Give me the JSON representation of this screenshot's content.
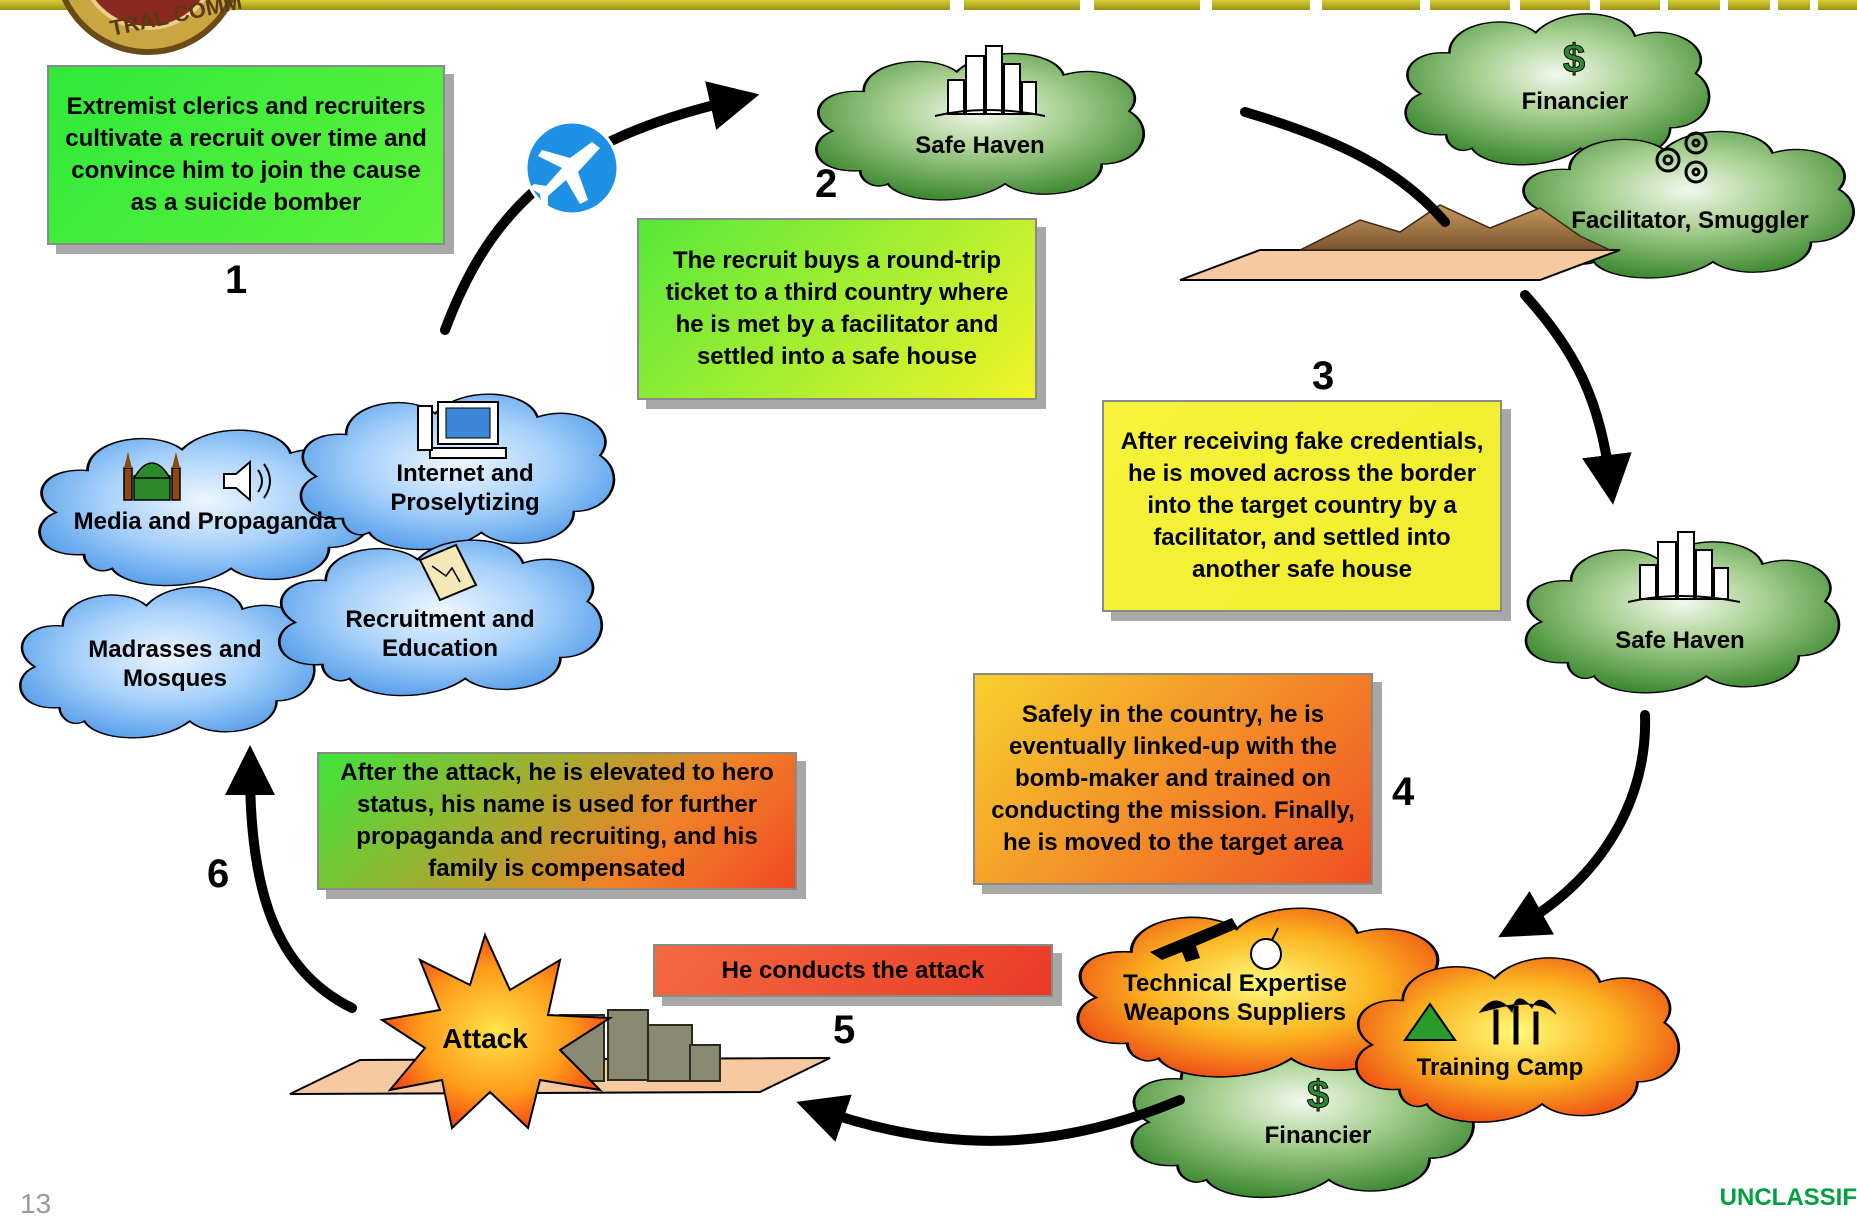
{
  "colors": {
    "banner": "#b9ae23",
    "green_cloud": "#4a9a3c",
    "blue_cloud": "#5fa8ee",
    "orange_cloud": "#f2561a",
    "arrow": "#000000",
    "unclassified": "#00a040"
  },
  "steps": [
    {
      "number": "1",
      "text": "Extremist clerics and recruiters cultivate a recruit over time and convince him to join the cause as a suicide bomber"
    },
    {
      "number": "2",
      "text": "The recruit buys a round-trip ticket to a third country where he is met by a facilitator and settled into a safe house"
    },
    {
      "number": "3",
      "text": "After receiving fake credentials, he is moved across the border into the target country by a facilitator, and settled into another safe house"
    },
    {
      "number": "4",
      "text": "Safely in the country, he is eventually linked-up with the bomb-maker and trained on conducting the mission. Finally, he is moved to the target area"
    },
    {
      "number": "5",
      "text": "He conducts the attack"
    },
    {
      "number": "6",
      "text": "After the attack, he is elevated to hero status, his name is used for further propaganda and recruiting, and his family is compensated"
    }
  ],
  "clouds": {
    "media": "Media and Propaganda",
    "internet": "Internet and Proselytizing",
    "madrasses": "Madrasses and Mosques",
    "recruitment": "Recruitment and Education",
    "safe_haven_top": "Safe Haven",
    "financier_top": "Financier",
    "facilitator": "Facilitator, Smuggler",
    "safe_haven_right": "Safe Haven",
    "technical": "Technical Expertise Weapons Suppliers",
    "training": "Training Camp",
    "financier_bottom": "Financier",
    "attack": "Attack"
  },
  "icons": {
    "plane": "airplane-icon",
    "city": "city-icon",
    "dollar": "$",
    "gears": "gears-icon",
    "mosque": "mosque-icon",
    "speaker": "speaker-icon",
    "computer": "computer-icon",
    "scroll": "scroll-icon",
    "rifle": "rifle-icon",
    "bomb": "bomb-icon",
    "tent": "tent-icon",
    "palm": "palm-trees-icon"
  },
  "footer": {
    "page_number": "13",
    "classification": "UNCLASSIFIED"
  }
}
